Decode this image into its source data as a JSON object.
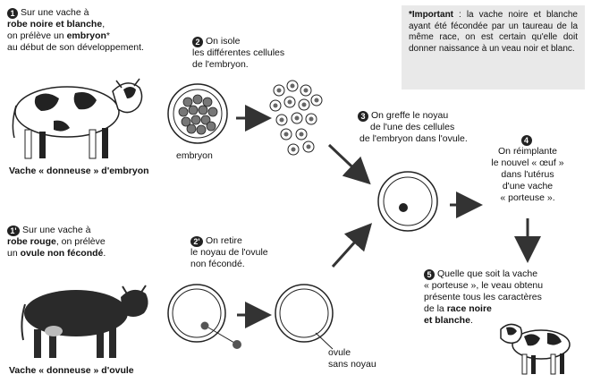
{
  "note": {
    "label": "Important",
    "text": " : la vache noire et blanche ayant été fécondée par un taureau de la même race, on est certain qu'elle doit donner naissance à un veau noir et blanc."
  },
  "step1": {
    "num": "1",
    "t1": "Sur une vache à",
    "b1": "robe noire et blanche",
    "t2": ",",
    "t3": "on prélève un ",
    "b2": "embryon",
    "t4": "*",
    "t5": "au début de son développement.",
    "caption": "Vache « donneuse » d'embryon"
  },
  "step1b": {
    "num": "1'",
    "t1": "Sur une vache à",
    "b1": "robe rouge",
    "t2": ", on prélève",
    "t3": "un ",
    "b2": "ovule non fécondé",
    "t4": ".",
    "caption": "Vache « donneuse » d'ovule"
  },
  "step2": {
    "num": "2",
    "l1": "On isole",
    "l2": "les différentes cellules",
    "l3": "de l'embryon.",
    "label": "embryon"
  },
  "step2b": {
    "num": "2'",
    "l1": "On retire",
    "l2": "le noyau de l'ovule",
    "l3": "non fécondé.",
    "label1": "ovule",
    "label2": "sans noyau"
  },
  "step3": {
    "num": "3",
    "l1": "On greffe le noyau",
    "l2": "de l'une des cellules",
    "l3": "de l'embryon dans l'ovule."
  },
  "step4": {
    "num": "4",
    "l1": "On réimplante",
    "l2": "le nouvel « œuf »",
    "l3": "dans l'utérus",
    "l4": "d'une vache",
    "l5": "« porteuse »."
  },
  "step5": {
    "num": "5",
    "l1": "Quelle que soit la vache",
    "l2": "« porteuse », le veau obtenu",
    "l3": "présente tous les caractères",
    "l4": "de la ",
    "b1": "race noire",
    "l5": "et blanche",
    "l6": "."
  },
  "colors": {
    "ink": "#222222",
    "nucleus": "#555555",
    "red_cow": "#2a2a2a",
    "note_bg": "#e9e9e9"
  }
}
